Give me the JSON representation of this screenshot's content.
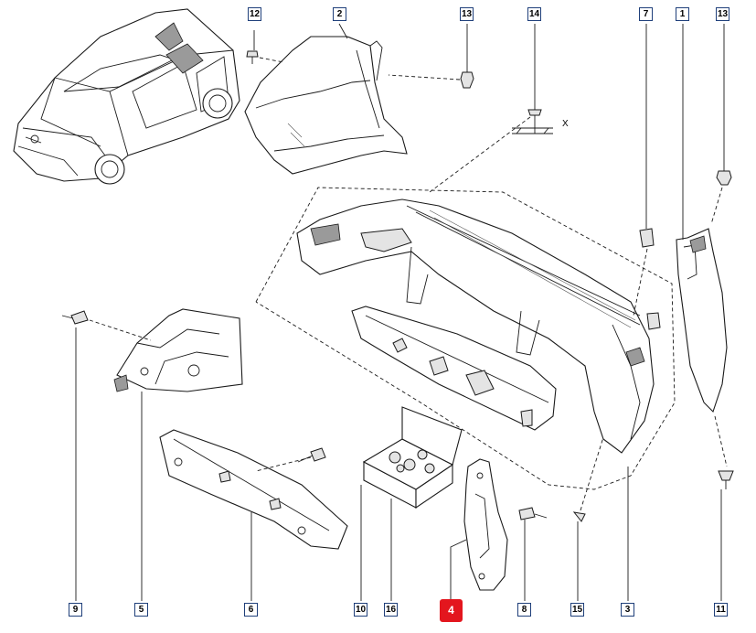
{
  "callouts": [
    {
      "id": "12",
      "selected": false
    },
    {
      "id": "2",
      "selected": false
    },
    {
      "id": "13",
      "selected": false
    },
    {
      "id": "14",
      "selected": false
    },
    {
      "id": "7",
      "selected": false
    },
    {
      "id": "1",
      "selected": false
    },
    {
      "id": "13",
      "selected": false
    },
    {
      "id": "9",
      "selected": false
    },
    {
      "id": "5",
      "selected": false
    },
    {
      "id": "6",
      "selected": false
    },
    {
      "id": "10",
      "selected": false
    },
    {
      "id": "16",
      "selected": false
    },
    {
      "id": "4",
      "selected": true
    },
    {
      "id": "8",
      "selected": false
    },
    {
      "id": "15",
      "selected": false
    },
    {
      "id": "3",
      "selected": false
    },
    {
      "id": "11",
      "selected": false
    }
  ],
  "dimension_label": "X",
  "colors": {
    "callout_border": "#1f3f7a",
    "selected": "#e3161e",
    "line": "#1a1a1a"
  }
}
